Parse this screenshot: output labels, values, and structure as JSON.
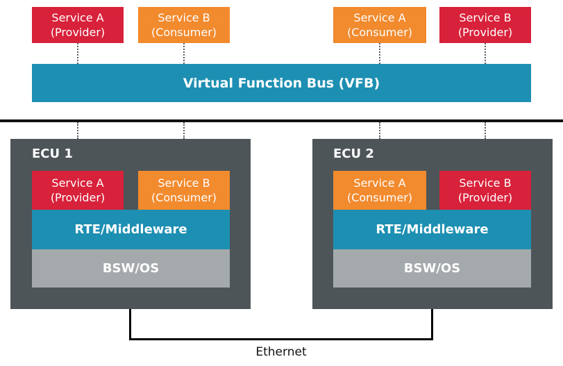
{
  "colors": {
    "provider": "#d8213a",
    "consumer": "#f28a2e",
    "bus": "#1d8fb2",
    "bsw": "#a4aaab",
    "ecu": "#4e5558"
  },
  "top": {
    "services": [
      {
        "name": "Service A",
        "role": "(Provider)"
      },
      {
        "name": "Service B",
        "role": "(Consumer)"
      },
      {
        "name": "Service A",
        "role": "(Consumer)"
      },
      {
        "name": "Service B",
        "role": "(Provider)"
      }
    ],
    "vfb_label": "Virtual Function Bus (VFB)"
  },
  "ecus": [
    {
      "title": "ECU 1",
      "services": [
        {
          "name": "Service A",
          "role": "(Provider)"
        },
        {
          "name": "Service B",
          "role": "(Consumer)"
        }
      ],
      "rte_label": "RTE/Middleware",
      "bsw_label": "BSW/OS"
    },
    {
      "title": "ECU 2",
      "services": [
        {
          "name": "Service A",
          "role": "(Consumer)"
        },
        {
          "name": "Service B",
          "role": "(Provider)"
        }
      ],
      "rte_label": "RTE/Middleware",
      "bsw_label": "BSW/OS"
    }
  ],
  "network_label": "Ethernet"
}
